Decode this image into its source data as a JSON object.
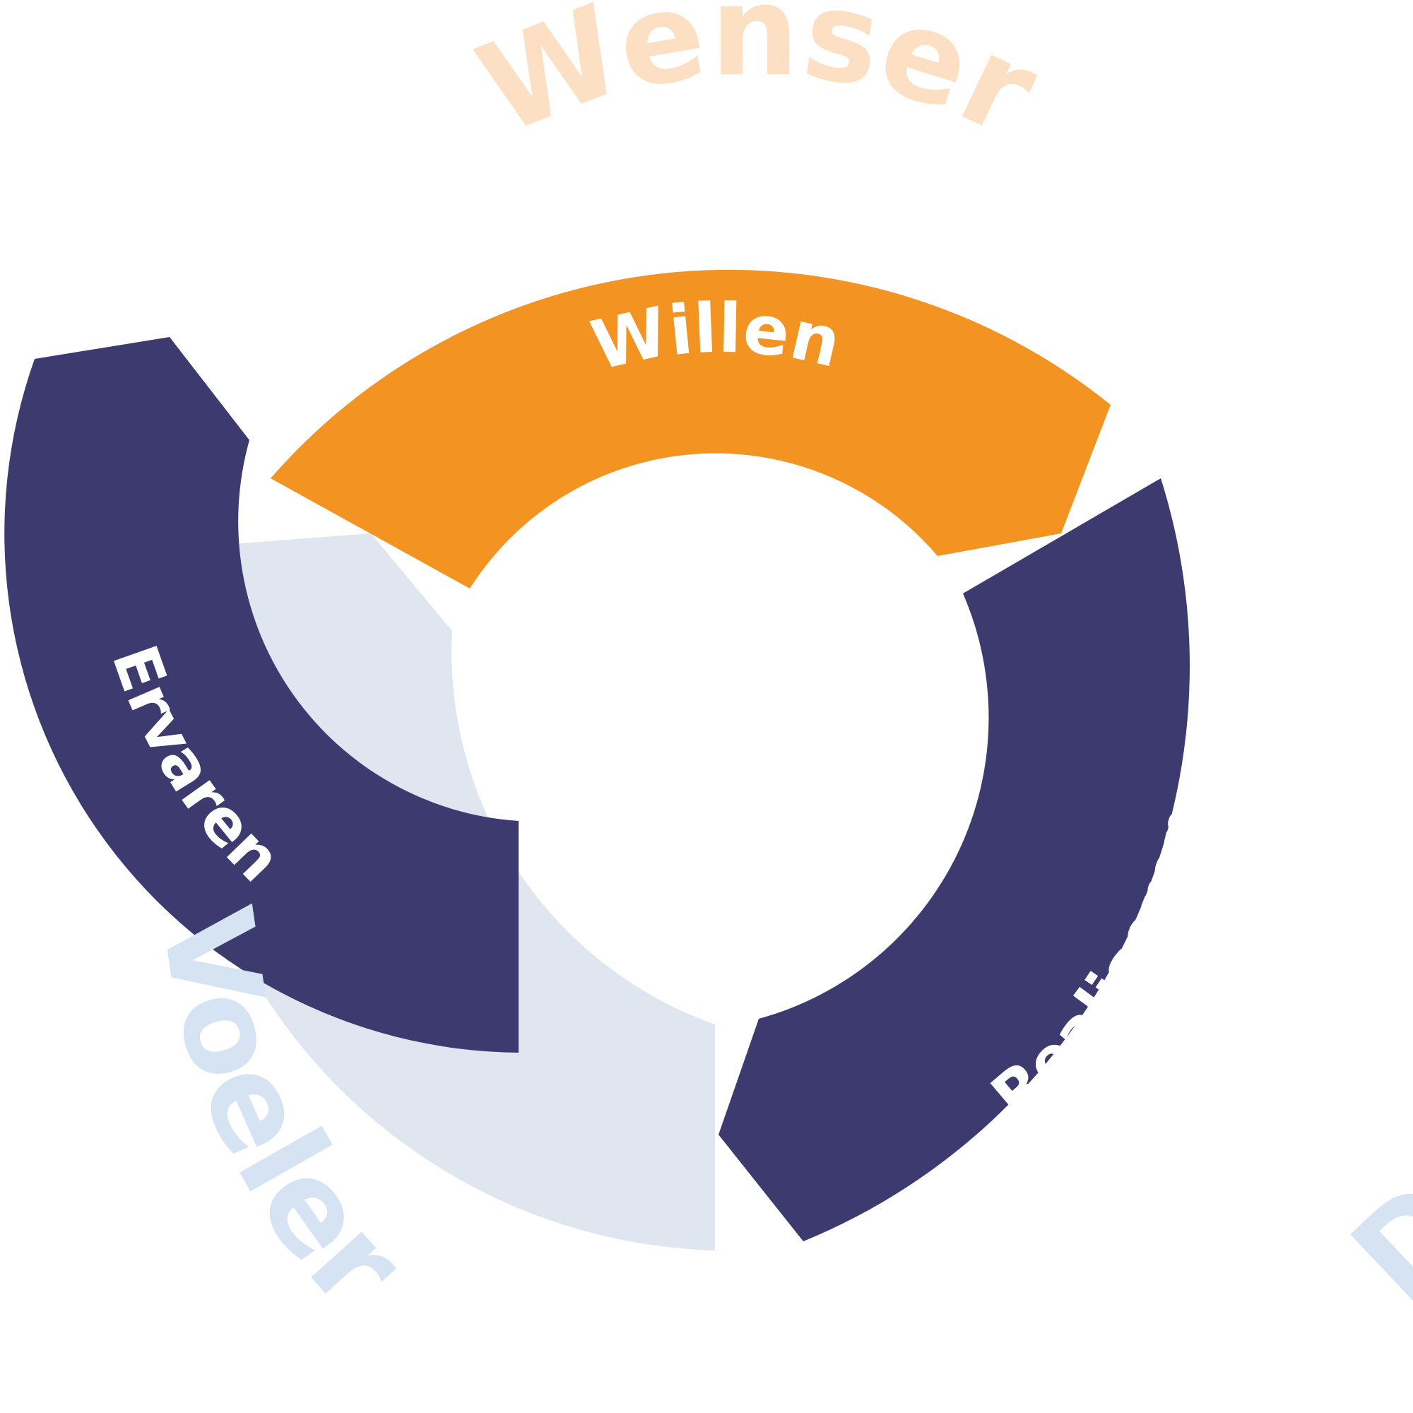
{
  "diagram": {
    "outer_labels": {
      "top": "Wenser",
      "left": "Voeler",
      "right": "Doener"
    },
    "segments": {
      "top": "Willen",
      "left": "Ervaren",
      "right": "Realiseren"
    },
    "colors": {
      "orange": "#F39322",
      "navy": "#3C3A6E",
      "light_blue_gray": "#DFE6EF",
      "peach_text": "#FDDFC3",
      "light_blue_text": "#D6E3F3",
      "segment_text": "#FFFFFF"
    }
  }
}
